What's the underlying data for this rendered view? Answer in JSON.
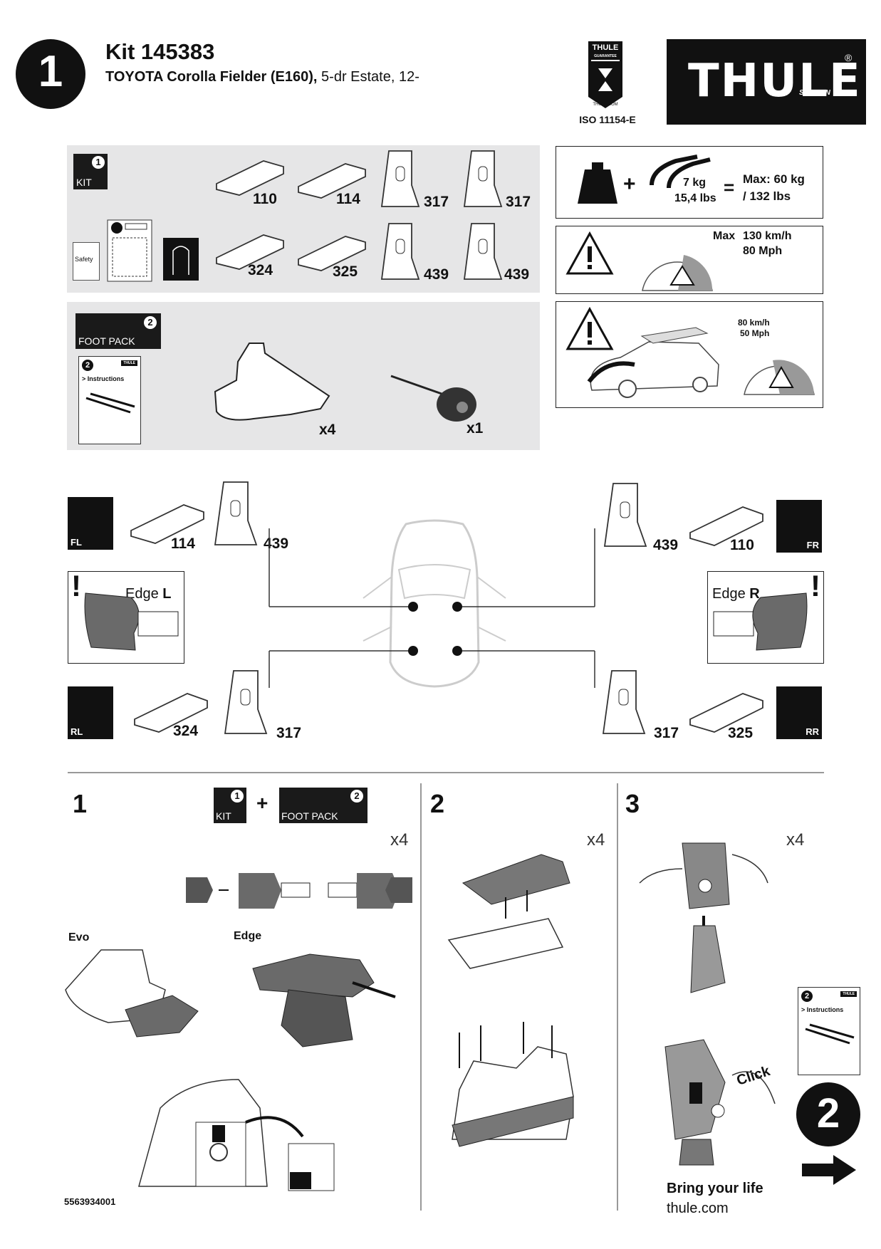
{
  "header": {
    "step_badge": "1",
    "kit_title": "Kit 145383",
    "vehicle_bold": "TOYOTA Corolla Fielder (E160),",
    "vehicle_rest": " 5-dr Estate, 12-",
    "guarantee_brand": "THULE",
    "guarantee_text": "GUARANTEE",
    "guarantee_url": "THULE.COM",
    "iso": "ISO 11154-E",
    "logo_text": "THULE",
    "logo_sub": "SWEDEN",
    "logo_reg": "®"
  },
  "kit_box": {
    "box_number": "1",
    "box_label": "KIT",
    "safety_label": "Safety",
    "parts": [
      "110",
      "114",
      "317",
      "317",
      "324",
      "325",
      "439",
      "439"
    ]
  },
  "foot_pack": {
    "box_number": "2",
    "box_label": "FOOT PACK",
    "booklet_number": "2",
    "booklet_brand": "THULE",
    "booklet_title": "> Instructions",
    "pad_qty": "x4",
    "key_qty": "x1"
  },
  "load": {
    "bar_weight_kg": "7 kg",
    "bar_weight_lbs": "15,4 lbs",
    "equals": "=",
    "plus": "+",
    "max_kg": "Max: 60 kg",
    "max_lbs": "/ 132 lbs"
  },
  "speed": {
    "max_label": "Max",
    "kmh": "130 km/h",
    "mph": "80 Mph"
  },
  "car_speed": {
    "kmh": "80 km/h",
    "mph": "50 Mph"
  },
  "positions": {
    "fl": {
      "tile": "FL",
      "pad": "114",
      "bracket": "439"
    },
    "fr": {
      "tile": "FR",
      "pad": "110",
      "bracket": "439"
    },
    "rl": {
      "tile": "RL",
      "pad": "324",
      "bracket": "317"
    },
    "rr": {
      "tile": "RR",
      "pad": "325",
      "bracket": "317"
    },
    "edge_l_text": "Edge ",
    "edge_l_bold": "L",
    "edge_r_text": "Edge ",
    "edge_r_bold": "R",
    "warn": "!"
  },
  "steps": {
    "s1": {
      "num": "1",
      "plus": "+",
      "kit_num": "1",
      "kit_label": "KIT",
      "fp_num": "2",
      "fp_label": "FOOT PACK",
      "qty": "x4",
      "evo": "Evo",
      "edge": "Edge"
    },
    "s2": {
      "num": "2",
      "qty": "x4"
    },
    "s3": {
      "num": "3",
      "qty": "x4",
      "click": "Click",
      "booklet_number": "2",
      "booklet_brand": "THULE",
      "booklet_title": "> Instructions"
    }
  },
  "footer": {
    "doc_number": "5563934001",
    "next_step": "2",
    "tagline": "Bring your life",
    "url": "thule.com"
  }
}
